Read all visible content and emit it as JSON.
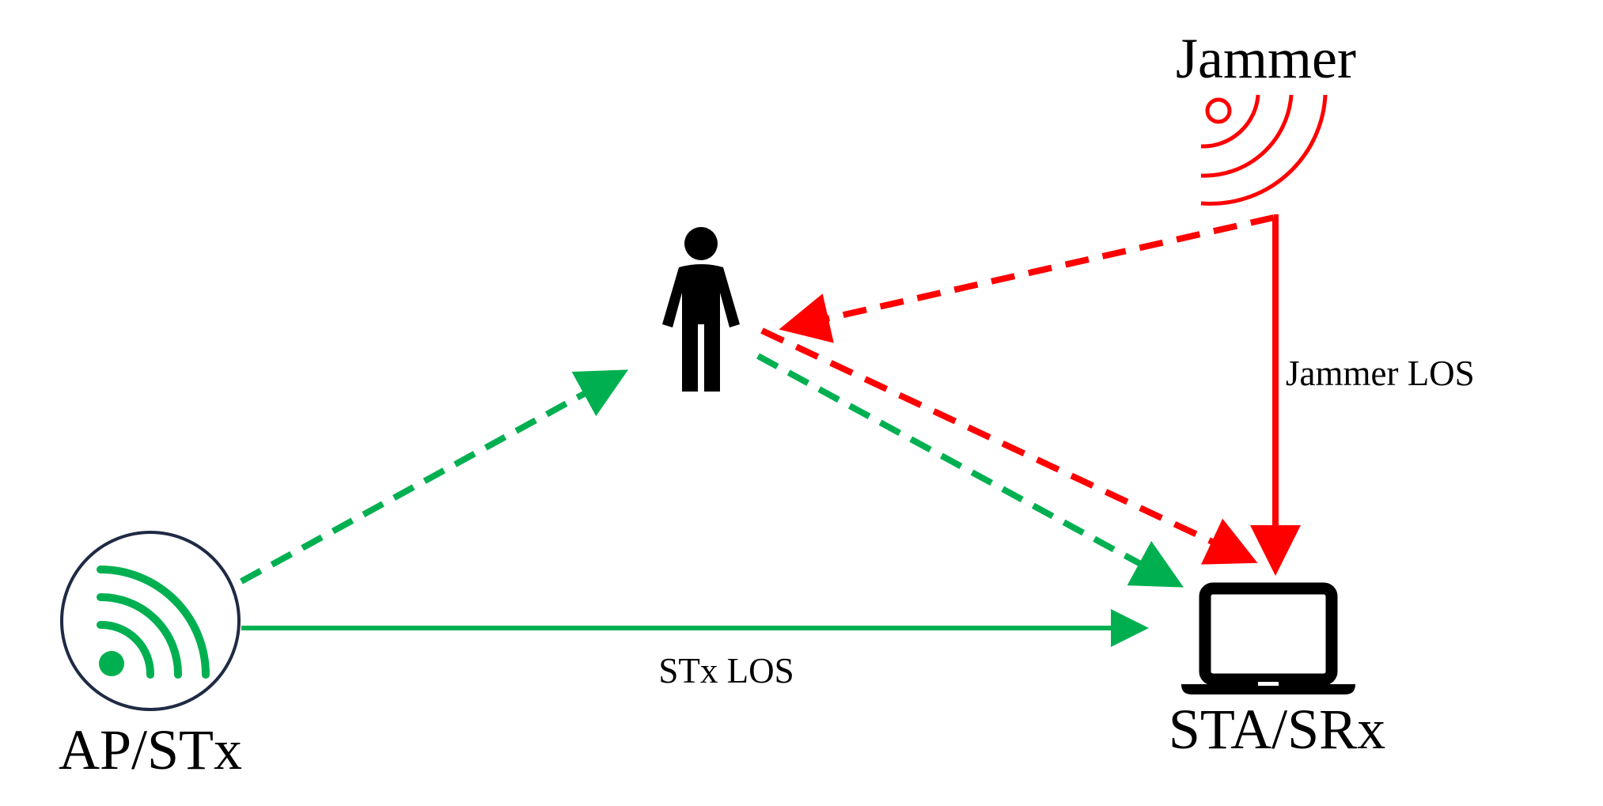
{
  "nodes": {
    "jammer": {
      "label": "Jammer",
      "icon": "jammer-signal-icon"
    },
    "person": {
      "icon": "person-icon"
    },
    "ap": {
      "label": "AP/STx",
      "icon": "wifi-icon"
    },
    "sta": {
      "label": "STA/SRx",
      "icon": "laptop-icon"
    }
  },
  "links": {
    "jammer_los": {
      "label": "Jammer LOS"
    },
    "stx_los": {
      "label": "STx LOS"
    }
  },
  "colors": {
    "green": "#00b050",
    "red": "#ff0000",
    "navy": "#1f2a44",
    "black": "#000000"
  }
}
